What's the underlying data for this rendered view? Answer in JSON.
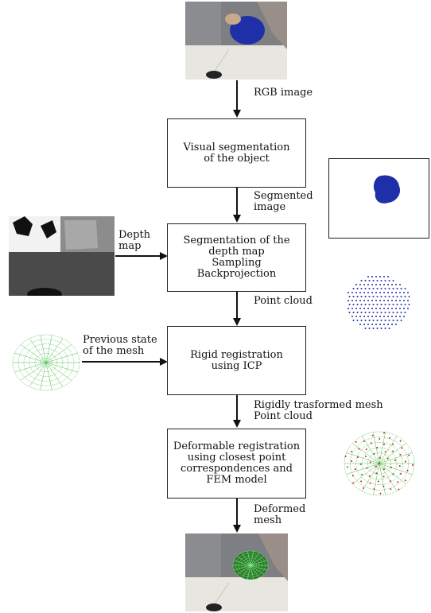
{
  "boxes": {
    "visual_segmentation": "Visual segmentation\nof the object",
    "depth_segmentation": "Segmentation of the\ndepth map\nSampling\nBackprojection",
    "rigid_registration": "Rigid registration\nusing ICP",
    "deformable_registration": "Deformable registration\nusing closest point\ncorrespondences and\nFEM model"
  },
  "labels": {
    "rgb_image": "RGB image",
    "segmented_image": "Segmented\nimage",
    "depth_map": "Depth\nmap",
    "point_cloud": "Point cloud",
    "previous_state": "Previous state\nof the mesh",
    "rigid_transformed": "Rigidly trasformed mesh\nPoint cloud",
    "deformed_mesh": "Deformed\nmesh"
  },
  "images": {
    "input_photo": "rgb-photo-of-hand-holding-blue-object",
    "segmented_mask": "blue-segmented-object-mask",
    "depth_image": "grayscale-depth-map",
    "point_cloud_plot": "blue-point-cloud",
    "previous_mesh": "green-triangular-mesh",
    "registered_mesh": "mesh-with-red-points",
    "output_photo": "photo-with-overlaid-green-mesh"
  },
  "colors": {
    "object_blue": "#1f2fa8",
    "mesh_green": "#4fbf4f",
    "point_red": "#cc2222"
  }
}
